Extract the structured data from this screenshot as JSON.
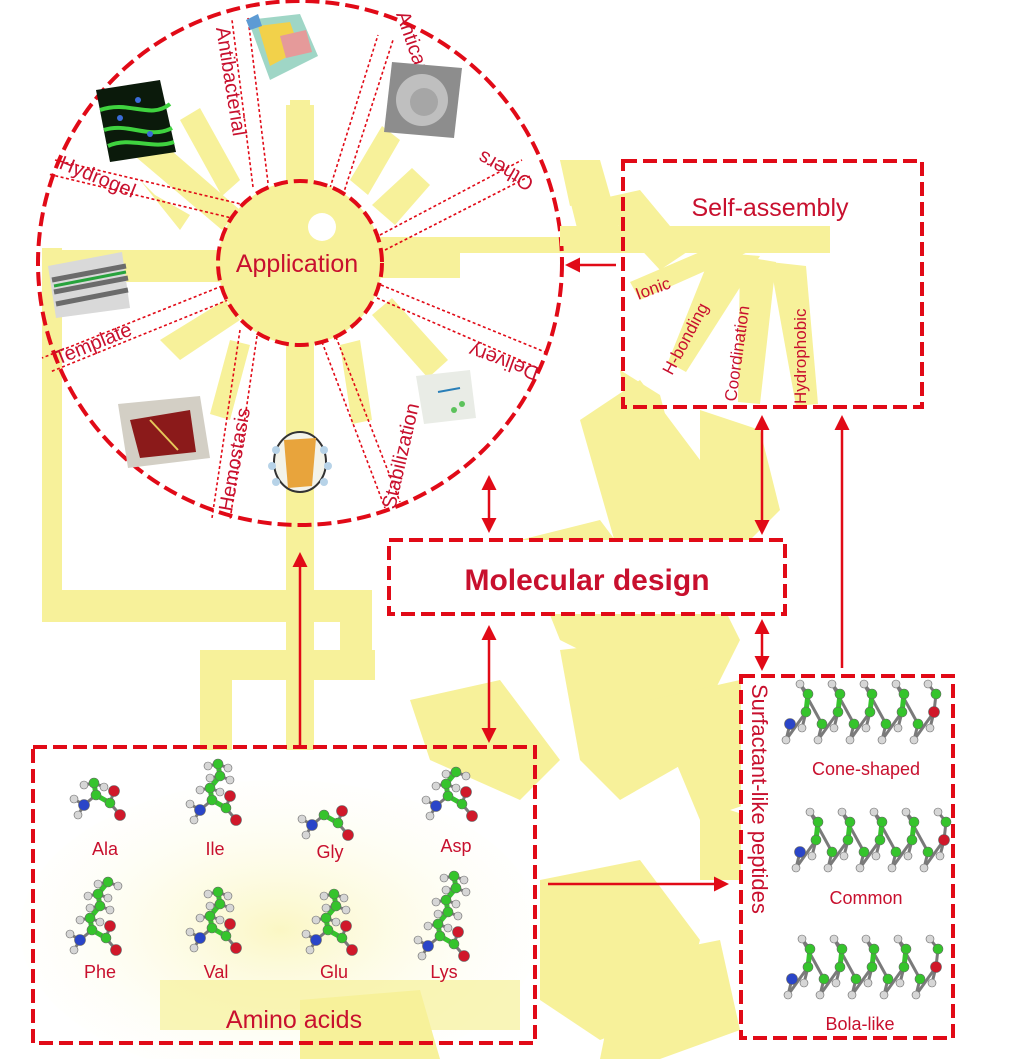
{
  "application": {
    "center_label": "Application",
    "sectors": [
      "Antibacterial",
      "Anticancer",
      "Others",
      "Delivery",
      "Stabilization",
      "Hemostasis",
      "Template",
      "Hydrogel"
    ]
  },
  "self_assembly": {
    "title": "Self-assembly",
    "forces": [
      "Ionic",
      "H-bonding",
      "Coordination",
      "Hydrophobic"
    ]
  },
  "molecular_design": {
    "label": "Molecular design"
  },
  "amino_acids": {
    "title": "Amino acids",
    "items": [
      "Ala",
      "Ile",
      "Gly",
      "Asp",
      "Phe",
      "Val",
      "Glu",
      "Lys"
    ]
  },
  "surfactant_peptides": {
    "title": "Surfactant-like peptides",
    "types": [
      "Cone-shaped",
      "Common",
      "Bola-like"
    ]
  },
  "colors": {
    "accent_red": "#e10a17",
    "label_crimson": "#c8102e",
    "background_yellow": "#f7f19a"
  }
}
